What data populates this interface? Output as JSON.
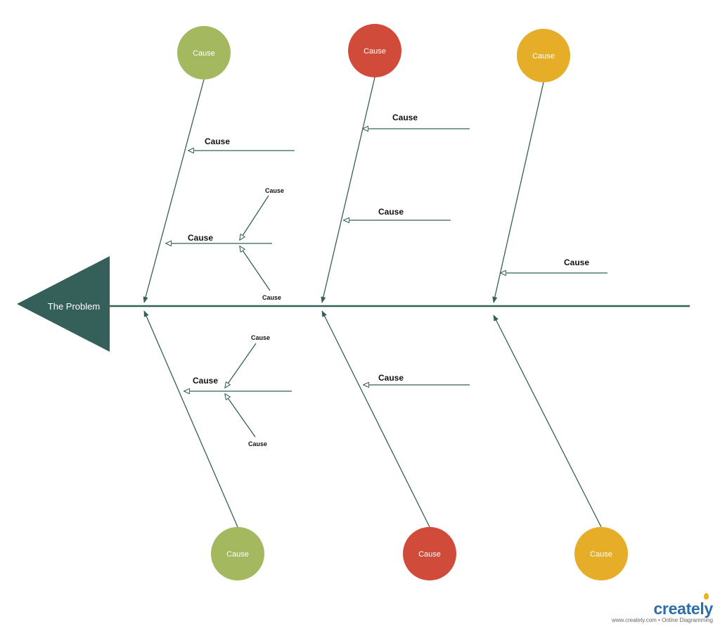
{
  "diagram": {
    "head": "The Problem",
    "colors": {
      "spine": "#35605a",
      "head": "#35605a",
      "green": "#a3b85f",
      "red": "#d14b3a",
      "yellow": "#e5ad28"
    },
    "top_categories": [
      {
        "label": "Cause",
        "color": "green"
      },
      {
        "label": "Cause",
        "color": "red"
      },
      {
        "label": "Cause",
        "color": "yellow"
      }
    ],
    "bottom_categories": [
      {
        "label": "Cause",
        "color": "green"
      },
      {
        "label": "Cause",
        "color": "red"
      },
      {
        "label": "Cause",
        "color": "yellow"
      }
    ],
    "branch_causes": [
      "Cause",
      "Cause",
      "Cause",
      "Cause",
      "Cause",
      "Cause",
      "Cause"
    ],
    "sub_causes": [
      "Cause",
      "Cause",
      "Cause",
      "Cause"
    ]
  },
  "logo": {
    "name": "creately",
    "tagline": "www.creately.com • Online Diagramming"
  }
}
